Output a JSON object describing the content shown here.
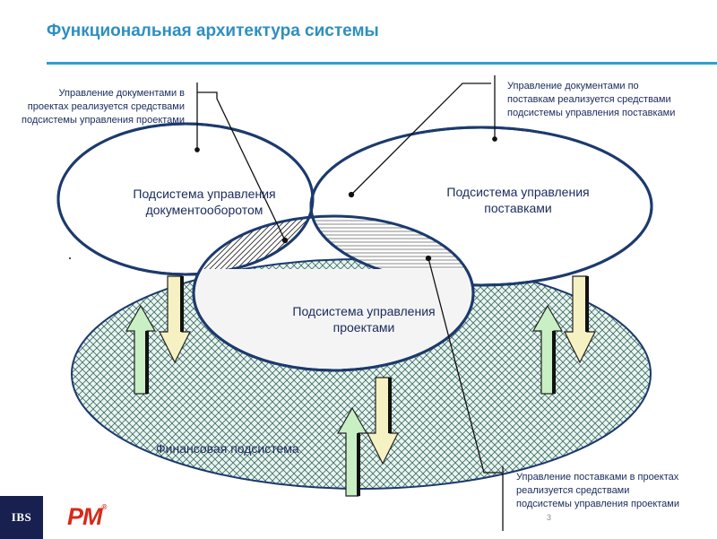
{
  "title": "Функциональная архитектура системы",
  "subsystems": {
    "documents": "Подсистема управления документооборотом",
    "supplies": "Подсистема управления поставками",
    "projects": "Подсистема управления проектами",
    "finance": "Финансовая подсистема"
  },
  "notes": {
    "top_left": "Управление документами в проектах реализуется средствами подсистемы управления проектами",
    "top_right": "Управление документами по поставкам реализуется средствами подсистемы управления поставками",
    "bottom_right": "Управление поставками в проектах реализуется средствами подсистемы управления проектами"
  },
  "footer": {
    "logo_company": "IBS",
    "logo_product": "PM",
    "logo_mark": "®",
    "page_number": "3"
  },
  "colors": {
    "title": "#2e8fc0",
    "outline": "#1c3a6e",
    "finance_fill": "#d9efe8",
    "arrow_up": "#c9f0c4",
    "arrow_down": "#f6f1c2",
    "pm_red": "#d62a1a",
    "ibs_navy": "#17204f"
  },
  "icons": [
    "up-arrow-icon",
    "down-arrow-icon"
  ]
}
